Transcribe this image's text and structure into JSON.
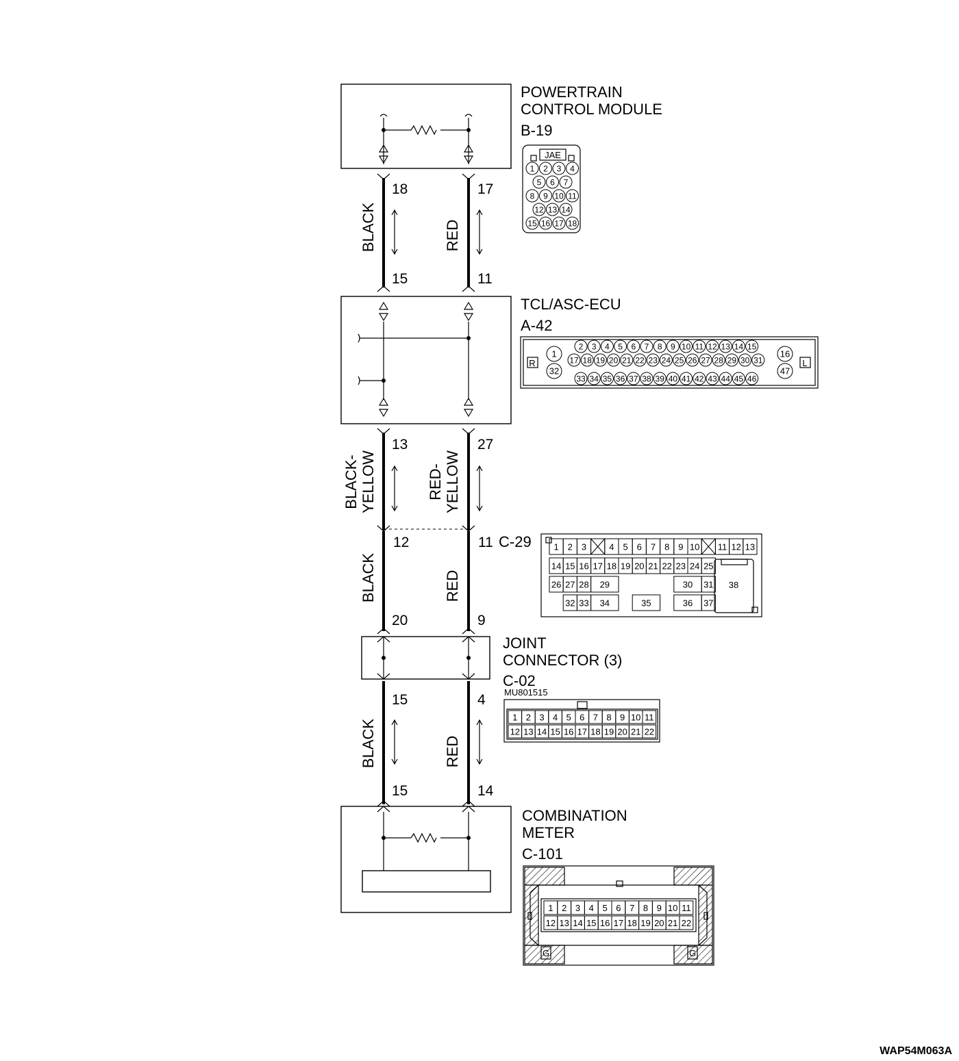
{
  "modules": {
    "pcm": {
      "title_line1": "POWERTRAIN",
      "title_line2": "CONTROL MODULE",
      "connector": "B-19",
      "maker": "JAE"
    },
    "tcl": {
      "title": "TCL/ASC-ECU",
      "connector": "A-42",
      "left_mark": "R",
      "right_mark": "L"
    },
    "c29": {
      "connector": "C-29"
    },
    "joint": {
      "title_line1": "JOINT",
      "title_line2": "CONNECTOR (3)",
      "connector": "C-02",
      "part_number": "MU801515"
    },
    "meter": {
      "title_line1": "COMBINATION",
      "title_line2": "METER",
      "connector": "C-101",
      "ground_mark": "G"
    }
  },
  "wires": {
    "seg1": {
      "left_color": "BLACK",
      "right_color": "RED",
      "left_top_pin": "18",
      "right_top_pin": "17",
      "left_bottom_pin": "15",
      "right_bottom_pin": "11"
    },
    "seg2": {
      "left_color_line1": "BLACK-",
      "left_color_line2": "YELLOW",
      "right_color_line1": "RED-",
      "right_color_line2": "YELLOW",
      "left_top_pin": "13",
      "right_top_pin": "27"
    },
    "seg3": {
      "left_color": "BLACK",
      "right_color": "RED",
      "left_top_pin": "12",
      "right_top_pin": "11",
      "left_bottom_pin": "20",
      "right_bottom_pin": "9"
    },
    "seg4": {
      "left_color": "BLACK",
      "right_color": "RED",
      "left_top_pin": "15",
      "right_top_pin": "4",
      "left_bottom_pin": "15",
      "right_bottom_pin": "14"
    }
  },
  "pinouts": {
    "b19": [
      [
        "1",
        "2",
        "3",
        "4"
      ],
      [
        "5",
        "6",
        "7"
      ],
      [
        "8",
        "9",
        "10",
        "11"
      ],
      [
        "12",
        "13",
        "14"
      ],
      [
        "15",
        "16",
        "17",
        "18"
      ]
    ],
    "a42": {
      "row1": [
        "2",
        "3",
        "4",
        "5",
        "6",
        "7",
        "8",
        "9",
        "10",
        "11",
        "12",
        "13",
        "14",
        "15"
      ],
      "row2": [
        "17",
        "18",
        "19",
        "20",
        "21",
        "22",
        "23",
        "24",
        "25",
        "26",
        "27",
        "28",
        "29",
        "30",
        "31"
      ],
      "row3": [
        "33",
        "34",
        "35",
        "36",
        "37",
        "38",
        "39",
        "40",
        "41",
        "42",
        "43",
        "44",
        "45",
        "46"
      ],
      "left_top": "1",
      "left_bottom": "32",
      "right_top": "16",
      "right_bottom": "47"
    },
    "c29": {
      "r1a": [
        "1",
        "2",
        "3"
      ],
      "r1b": [
        "4",
        "5",
        "6",
        "7",
        "8",
        "9",
        "10"
      ],
      "r1c": [
        "11",
        "12",
        "13"
      ],
      "r2": [
        "14",
        "15",
        "16",
        "17",
        "18",
        "19",
        "20",
        "21",
        "22",
        "23",
        "24",
        "25"
      ],
      "r3a": [
        "26",
        "27",
        "28"
      ],
      "p29": "29",
      "p30": "30",
      "p31": "31",
      "r4a": [
        "32",
        "33"
      ],
      "p34": "34",
      "p35": "35",
      "p36": "36",
      "p37": "37",
      "p38": "38"
    },
    "c02": {
      "row1": [
        "1",
        "2",
        "3",
        "4",
        "5",
        "6",
        "7",
        "8",
        "9",
        "10",
        "11"
      ],
      "row2": [
        "12",
        "13",
        "14",
        "15",
        "16",
        "17",
        "18",
        "19",
        "20",
        "21",
        "22"
      ]
    },
    "c101": {
      "row1": [
        "1",
        "2",
        "3",
        "4",
        "5",
        "6",
        "7",
        "8",
        "9",
        "10",
        "11"
      ],
      "row2": [
        "12",
        "13",
        "14",
        "15",
        "16",
        "17",
        "18",
        "19",
        "20",
        "21",
        "22"
      ]
    }
  },
  "figure_code": "WAP54M063A"
}
